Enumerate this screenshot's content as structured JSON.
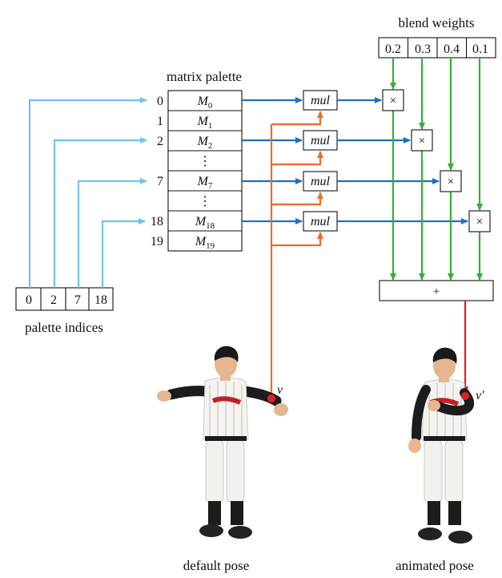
{
  "captions": {
    "blend_weights": "blend weights",
    "matrix_palette": "matrix palette",
    "palette_indices": "palette indices",
    "default_pose": "default pose",
    "animated_pose": "animated pose"
  },
  "blend_weights": [
    "0.2",
    "0.3",
    "0.4",
    "0.1"
  ],
  "palette_indices": [
    "0",
    "2",
    "7",
    "18"
  ],
  "matrix_palette": [
    {
      "index": "0",
      "name": "M",
      "sub": "0"
    },
    {
      "index": "1",
      "name": "M",
      "sub": "1"
    },
    {
      "index": "2",
      "name": "M",
      "sub": "2"
    },
    {
      "index": "",
      "name": "⋮",
      "sub": ""
    },
    {
      "index": "7",
      "name": "M",
      "sub": "7"
    },
    {
      "index": "",
      "name": "⋮",
      "sub": ""
    },
    {
      "index": "18",
      "name": "M",
      "sub": "18"
    },
    {
      "index": "19",
      "name": "M",
      "sub": "19"
    }
  ],
  "mul_label": "mul",
  "times_symbol": "×",
  "plus_symbol": "+",
  "vertex_labels": {
    "default": "v",
    "animated": "v′"
  },
  "colors": {
    "index_arrow": "#6ec3f0",
    "matrix_arrow": "#1f6fc0",
    "vertex_arrow": "#ee6a2a",
    "weight_arrow": "#35b035",
    "result_arrow": "#e02020"
  }
}
